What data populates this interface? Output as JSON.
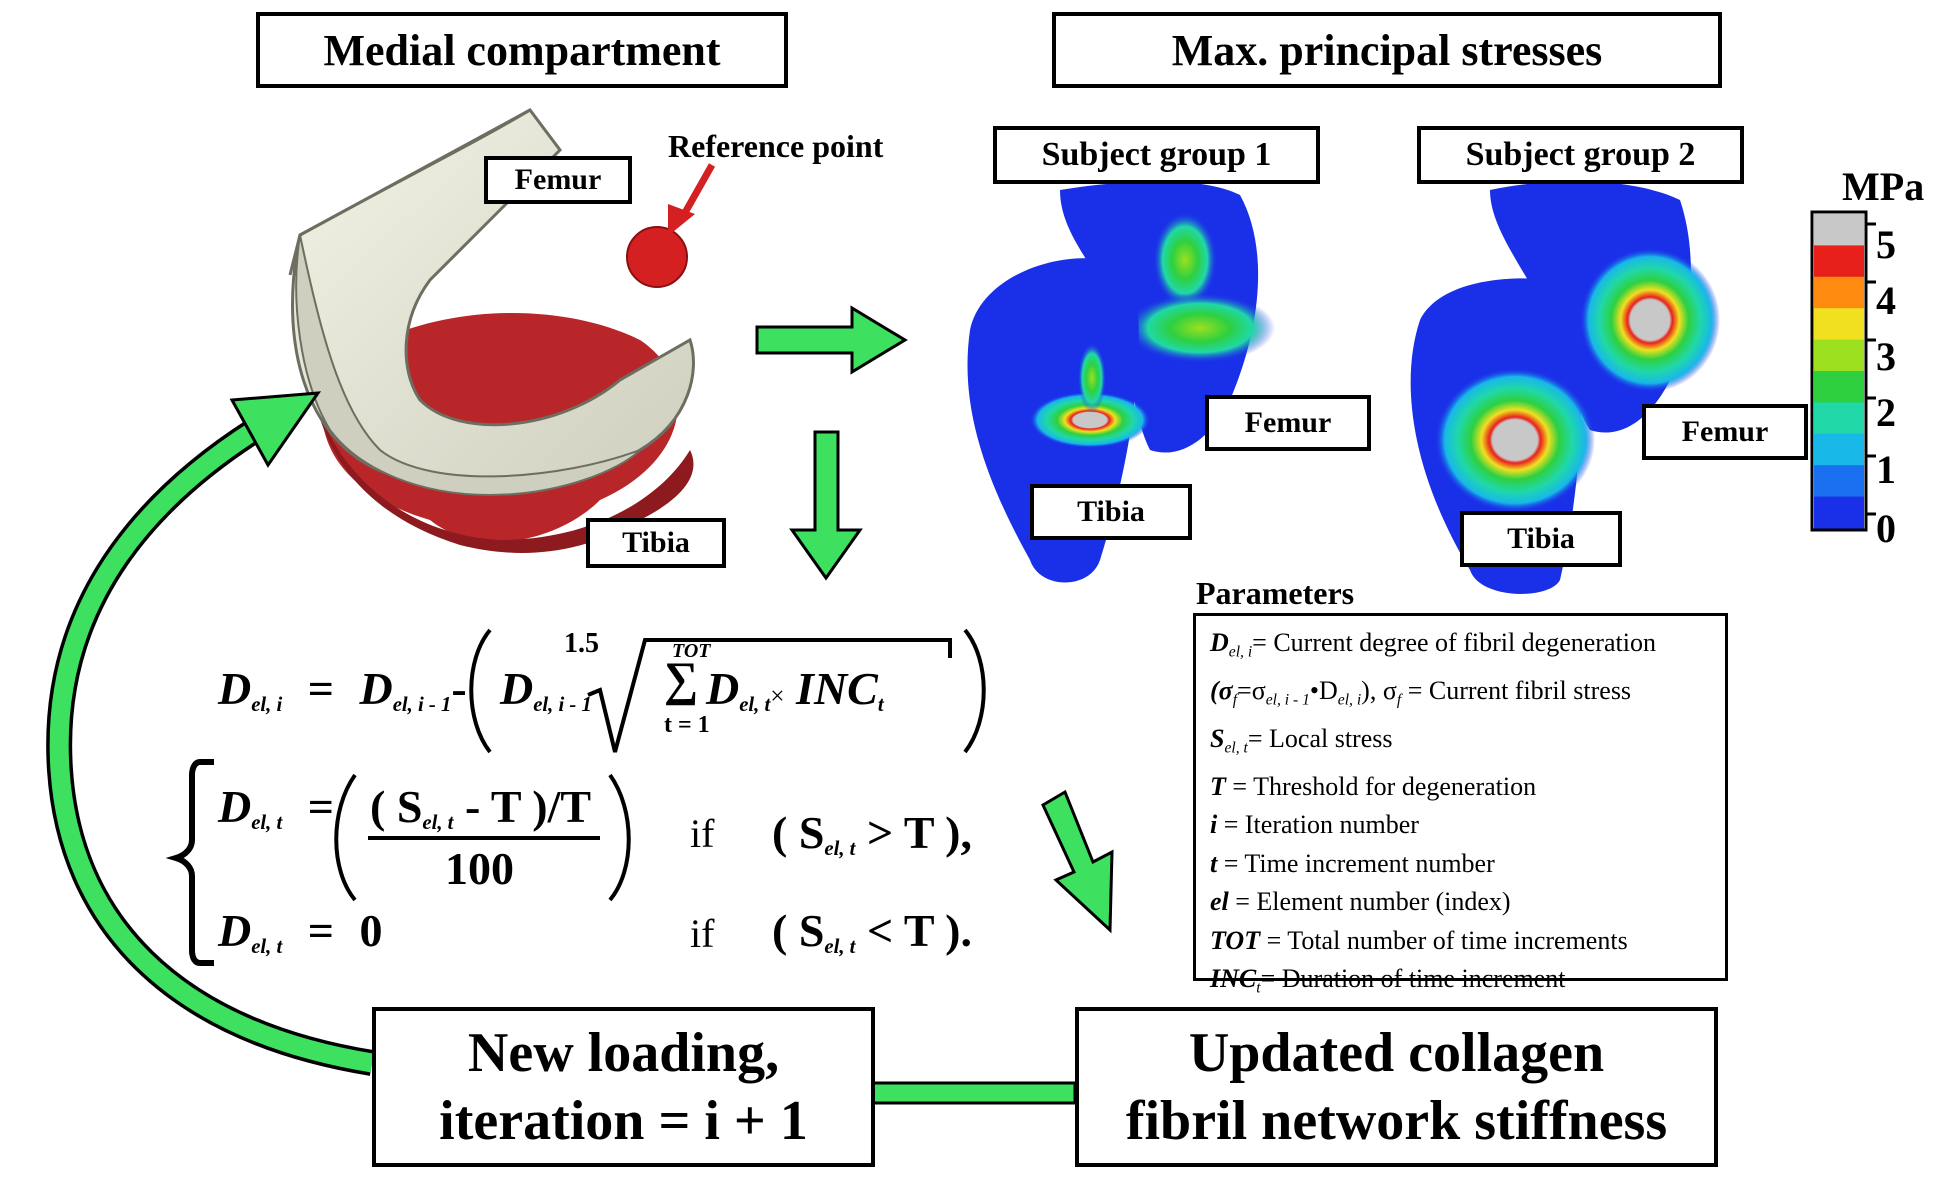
{
  "titles": {
    "medial_compartment": "Medial compartment",
    "max_principal_stresses": "Max. principal stresses",
    "subject_group_1": "Subject group 1",
    "subject_group_2": "Subject group 2"
  },
  "labels": {
    "femur": "Femur",
    "tibia": "Tibia",
    "reference_point": "Reference point",
    "group1_femur": "Femur",
    "group1_tibia": "Tibia",
    "group2_femur": "Femur",
    "group2_tibia": "Tibia"
  },
  "colorbar": {
    "unit": "MPa",
    "ticks": [
      "5",
      "4",
      "3",
      "2",
      "1",
      "0"
    ],
    "colors": [
      "#c8c8c8",
      "#e8201c",
      "#ff8a10",
      "#f0e020",
      "#9ce020",
      "#2ed040",
      "#20d8a8",
      "#18b8e8",
      "#1a70f0",
      "#1a30e8"
    ]
  },
  "equations": {
    "eq1_lhs": "D",
    "eq1_lhs_sub": "el, i",
    "eq1_equals": "=",
    "eq1_term1": "D",
    "eq1_term1_sub": "el, i - 1",
    "eq1_minus": "-",
    "eq1_term2": "D",
    "eq1_term2_sub": "el, i - 1",
    "eq1_root_index": "1.5",
    "eq1_sum_top": "TOT",
    "eq1_sum_bottom": "t = 1",
    "eq1_sum": "∑",
    "eq1_sum_term": "D",
    "eq1_sum_term_sub": "el, t",
    "eq1_times": "×",
    "eq1_inc": "INC",
    "eq1_inc_sub": "t",
    "eq2_lhs": "D",
    "eq2_lhs_sub": "el, t",
    "eq2_equals": "=",
    "eq2_numerator": "( S",
    "eq2_numerator_sub": "el, t",
    "eq2_numerator_rest": " - T )/T",
    "eq2_denominator": "100",
    "eq2_if": "if",
    "eq2_cond": "( S",
    "eq2_cond_sub": "el, t",
    "eq2_cond_rest": " > T ),",
    "eq3_lhs": "D",
    "eq3_lhs_sub": "el, t",
    "eq3_equals": "=",
    "eq3_value": "0",
    "eq3_if": "if",
    "eq3_cond": "( S",
    "eq3_cond_sub": "el, t",
    "eq3_cond_rest": " < T )."
  },
  "parameters": {
    "heading": "Parameters",
    "items": [
      {
        "symbol": "D",
        "sub": "el, i",
        "text": "= Current degree of fibril degeneration"
      },
      {
        "symbol": "(σ",
        "sub": "f",
        "text": "=σ",
        "extra": "el, i - 1",
        "text2": "•D",
        "extra2": "el, i",
        "text3": "),   σ",
        "extra3": "f",
        "text4": " = Current fibril stress"
      },
      {
        "symbol": "S",
        "sub": "el, t",
        "text": "= Local stress"
      },
      {
        "symbol": "T",
        "sub": "",
        "text": " = Threshold for degeneration"
      },
      {
        "symbol": "i",
        "sub": "",
        "text": "  = Iteration number"
      },
      {
        "symbol": "t",
        "sub": "",
        "text": " = Time increment number"
      },
      {
        "symbol": "el",
        "sub": "",
        "text": " = Element number (index)"
      },
      {
        "symbol": "TOT",
        "sub": "",
        "text": " = Total number of time increments"
      },
      {
        "symbol": "INC",
        "sub": "t",
        "text": "= Duration of time increment"
      }
    ]
  },
  "bottom_boxes": {
    "new_loading_line1": "New loading,",
    "new_loading_line2": "iteration = i + 1",
    "updated_line1": "Updated collagen",
    "updated_line2": "fibril network stiffness"
  },
  "colors": {
    "arrow_green": "#3ee060",
    "femur_gray": "#e6e6d6",
    "tibia_red": "#c0282c",
    "reference_red": "#d42020",
    "stress_blue": "#1a30e8"
  }
}
